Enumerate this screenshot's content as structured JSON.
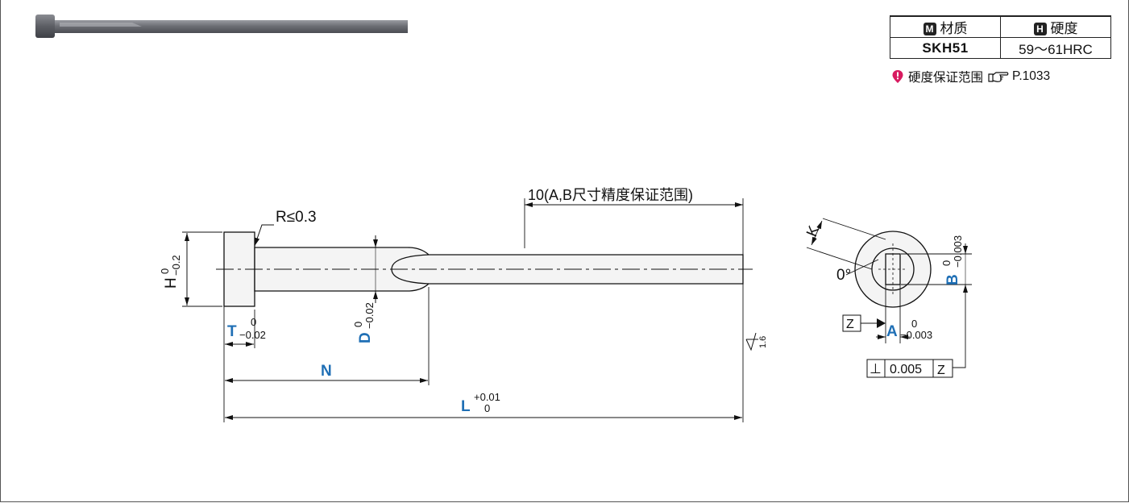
{
  "material_table": {
    "header_material_icon": "M",
    "header_material": "材质",
    "header_hardness_icon": "H",
    "header_hardness": "硬度",
    "material_value": "SKH51",
    "hardness_value": "59～61HRC"
  },
  "note": {
    "icon": "exclamation-pin-icon",
    "text": "硬度保证范围",
    "ref_icon": "pointing-hand-icon",
    "ref": "P.1033"
  },
  "drawing": {
    "range_label": "10(A,B尺寸精度保证范围)",
    "radius_label": "R≤0.3",
    "H_letter": "H",
    "H_tol_upper": "0",
    "H_tol_lower": "−0.2",
    "T_letter": "T",
    "T_tol_upper": "0",
    "T_tol_lower": "−0.02",
    "D_letter": "D",
    "D_tol_upper": "0",
    "D_tol_lower": "−0.02",
    "N_label": "N",
    "L_letter": "L",
    "L_tol_upper": "+0.01",
    "L_tol_lower": "0",
    "surface_roughness": "1.6",
    "K_label": "K",
    "angle_label": "0°",
    "B_letter": "B",
    "B_tol_upper": "0",
    "B_tol_lower": "−0.003",
    "A_letter": "A",
    "A_tol_upper": "0",
    "A_tol_lower": "−0.003",
    "datum_label": "Z",
    "fcf_symbol": "⊥",
    "fcf_value": "0.005",
    "fcf_datum": "Z"
  },
  "colors": {
    "accent_blue": "#1f6fb5",
    "line": "#111111",
    "part_fill": "#f4f4f4"
  }
}
